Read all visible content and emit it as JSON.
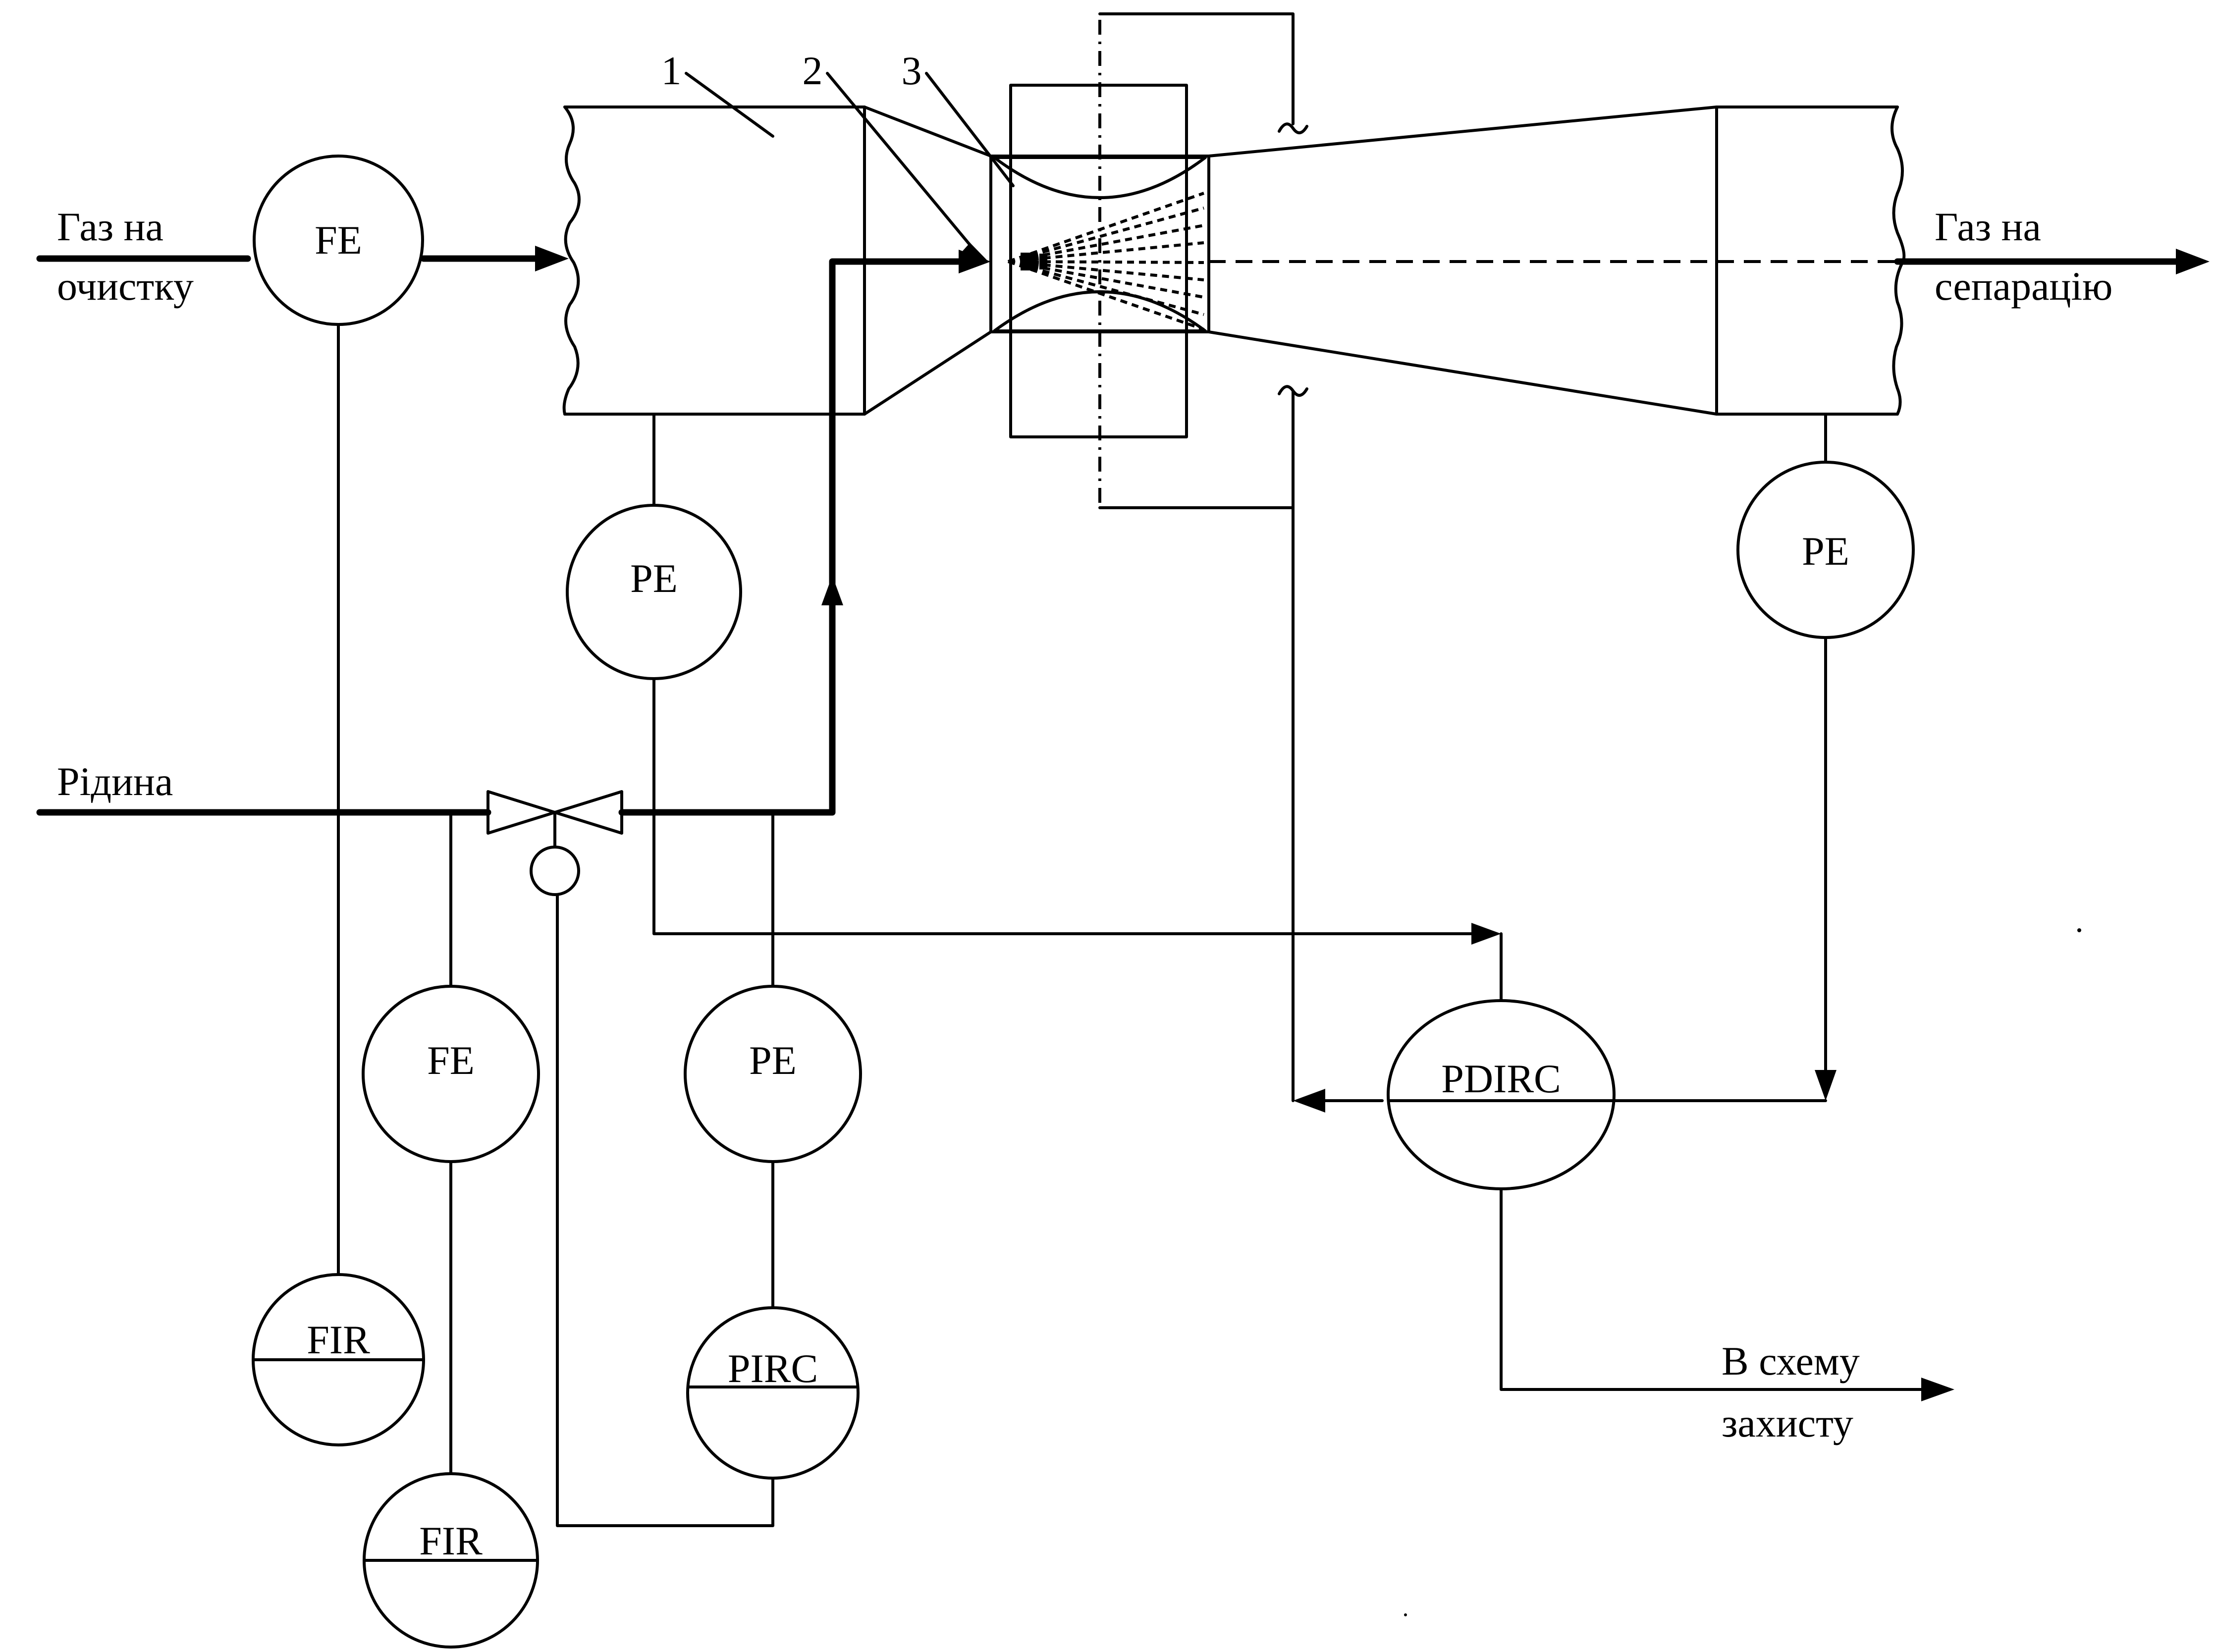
{
  "labels": {
    "gas_in_line1": "Газ на",
    "gas_in_line2": "очистку",
    "gas_out_line1": "Газ на",
    "gas_out_line2": "сепарацію",
    "liquid": "Рідина",
    "protection_line1": "В схему",
    "protection_line2": "захисту"
  },
  "callouts": [
    "1",
    "2",
    "3"
  ],
  "instruments": {
    "fe_gas": "FE",
    "pe_inlet": "PE",
    "pe_outlet": "PE",
    "fe_liquid": "FE",
    "pe_liquid": "PE",
    "fir_gas": "FIR",
    "fir_liquid": "FIR",
    "pirc": "PIRC",
    "pdirc": "PDIRC"
  }
}
